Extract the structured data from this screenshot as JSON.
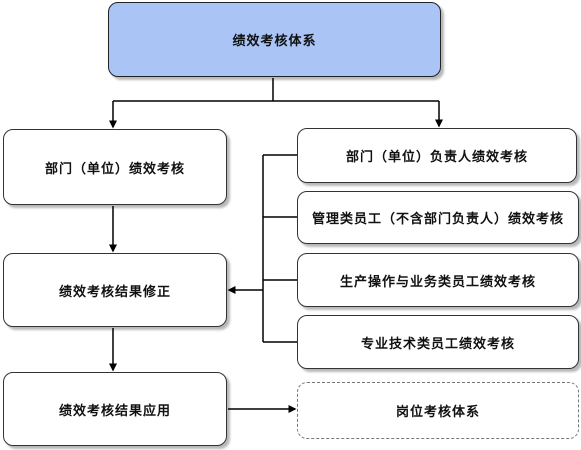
{
  "diagram": {
    "root": "绩效考核体系",
    "left_column": {
      "department": "部门（单位）绩效考核",
      "revision": "绩效考核结果修正",
      "application": "绩效考核结果应用"
    },
    "right_column": {
      "head": "部门（单位）负责人绩效考核",
      "management": "管理类员工（不含部门负责人）绩效考核",
      "production": "生产操作与业务类员工绩效考核",
      "technical": "专业技术类员工绩效考核",
      "post_system": "岗位考核体系"
    },
    "colors": {
      "root_fill": "#a9c4f5",
      "line": "#000000"
    }
  }
}
